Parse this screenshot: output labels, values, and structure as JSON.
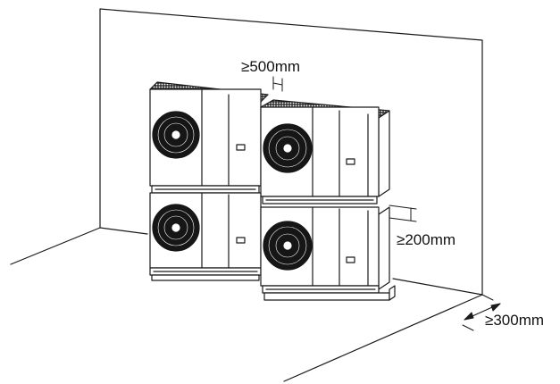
{
  "clearances": {
    "horizontal_gap": "≥500mm",
    "vertical_gap": "≥200mm",
    "front_wall_gap": "≥300mm"
  },
  "colors": {
    "line": "#1a1a1a",
    "fan": "#161616",
    "panel": "#ffffff"
  },
  "icons": [
    "fan-icon",
    "handle-icon",
    "dimension-arrow-icon"
  ]
}
